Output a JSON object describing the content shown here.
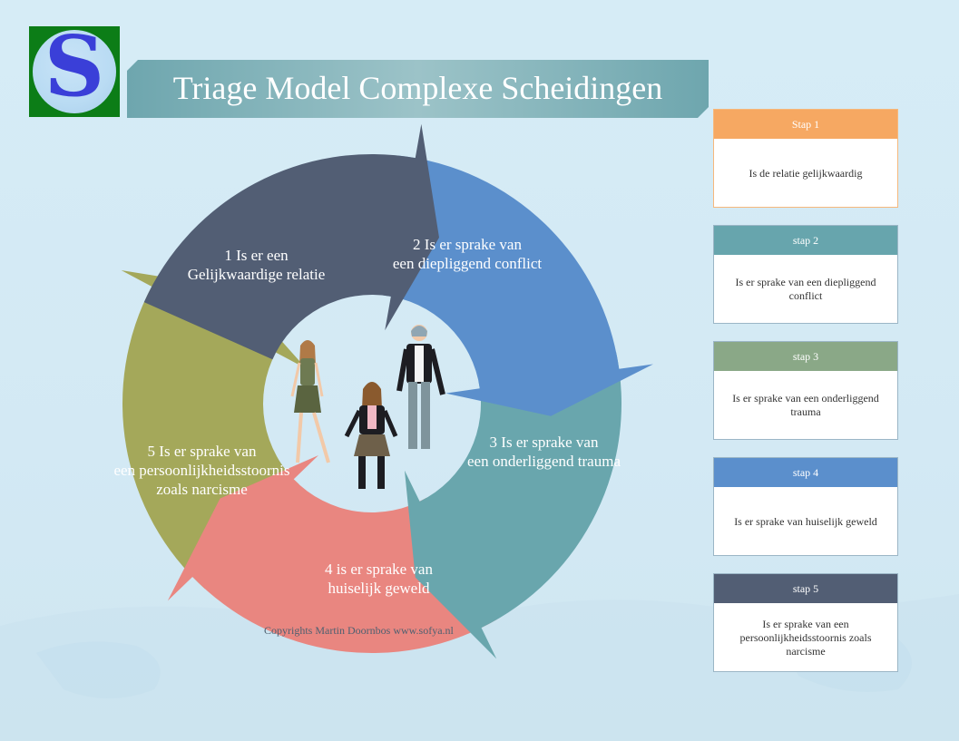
{
  "title": "Triage Model Complexe Scheidingen",
  "logo": {
    "letter": "S",
    "bg": "#0c7d17",
    "letter_color": "#3a3fd8"
  },
  "cycle": {
    "segments": [
      {
        "number": "1",
        "line1": "1 Is er een",
        "line2": "Gelijkwaardige relatie",
        "line3": "",
        "color": "#525e74"
      },
      {
        "number": "2",
        "line1": "2 Is er sprake van",
        "line2": "een diepliggend conflict",
        "line3": "",
        "color": "#5b8fcc"
      },
      {
        "number": "3",
        "line1": "3 Is er sprake van",
        "line2": "een onderliggend  trauma",
        "line3": "",
        "color": "#69a6ad"
      },
      {
        "number": "4",
        "line1": "4 is er sprake van",
        "line2": "huiselijk geweld",
        "line3": "",
        "color": "#e98680"
      },
      {
        "number": "5",
        "line1": "5 Is er sprake van",
        "line2": "een persoonlijkheidsstoornis",
        "line3": "zoals narcisme",
        "color": "#a4a85a"
      }
    ]
  },
  "copyright": "Copyrights Martin Doornbos www.sofya.nl",
  "steps": [
    {
      "header": "Stap 1",
      "body": "Is de relatie gelijkwaardig",
      "color": "#f6a862"
    },
    {
      "header": "stap 2",
      "body": "Is er sprake van een diepliggend conflict",
      "color": "#67a5ad"
    },
    {
      "header": "stap 3",
      "body": "Is er sprake van een onderliggend trauma",
      "color": "#8aa887"
    },
    {
      "header": "stap 4",
      "body": "Is er sprake van huiselijk geweld",
      "color": "#5b8fcc"
    },
    {
      "header": "stap 5",
      "body": "Is er sprake van een persoonlijkheidsstoornis zoals narcisme",
      "color": "#525e74"
    }
  ],
  "icons": {
    "people": "people-group-illustration"
  }
}
